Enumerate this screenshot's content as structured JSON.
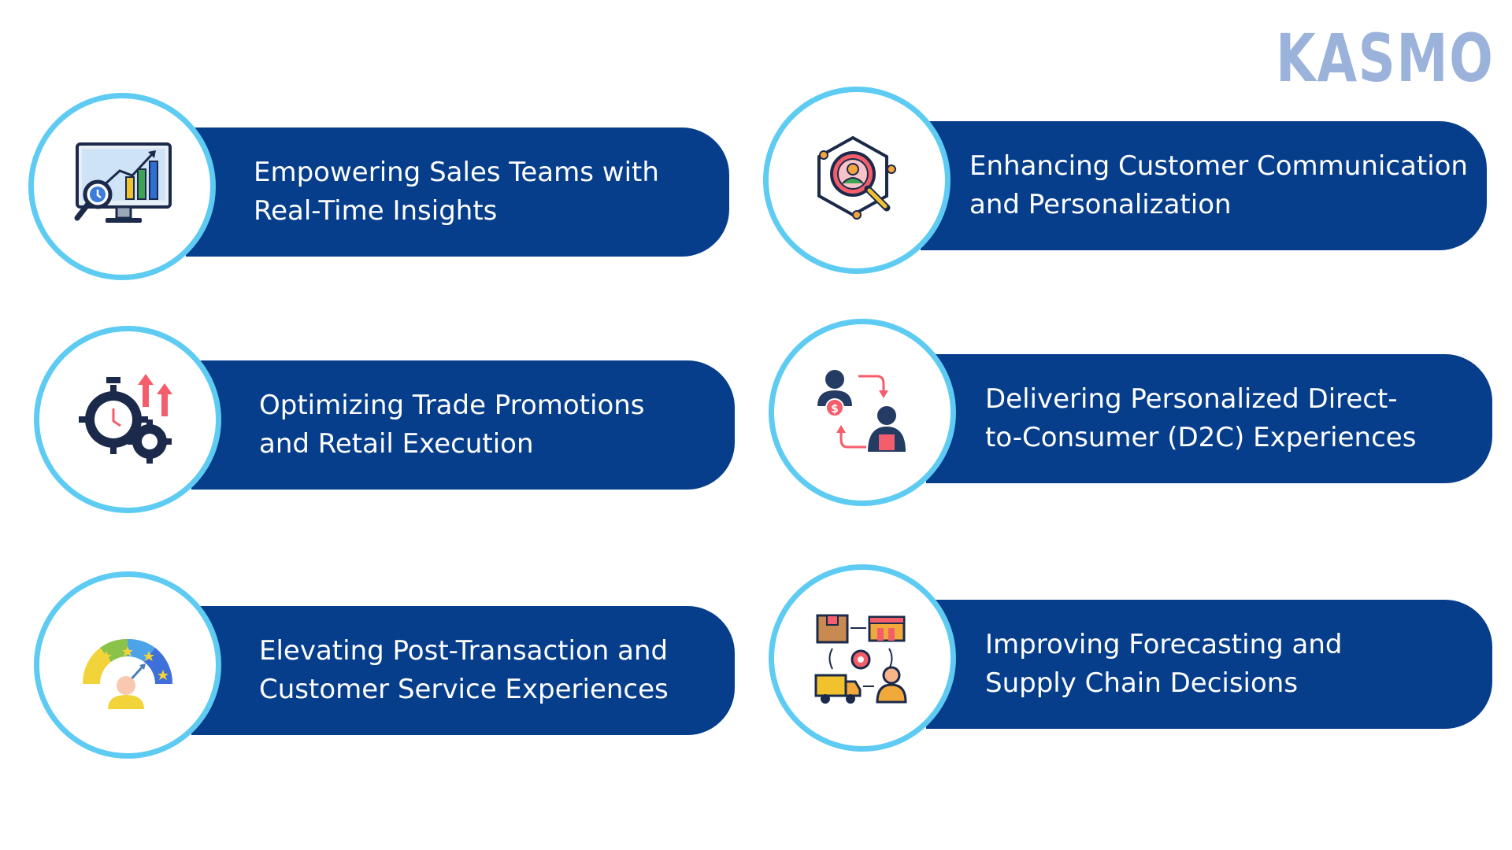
{
  "brand": {
    "logo_text": "KASMO",
    "logo_color": "#9BB3DA"
  },
  "colors": {
    "pill": "#063E8C",
    "ring": "#5ECBF3",
    "text": "#FFFFFF"
  },
  "cards": [
    {
      "title": "Empowering Sales Teams with\nReal-Time Insights",
      "icon": "analytics-monitor-icon"
    },
    {
      "title": "Enhancing Customer Communication\nand Personalization",
      "icon": "customer-search-icon"
    },
    {
      "title": "Optimizing Trade Promotions\nand Retail Execution",
      "icon": "gears-stopwatch-icon"
    },
    {
      "title": "Delivering Personalized Direct-\nto-Consumer (D2C) Experiences",
      "icon": "d2c-exchange-icon"
    },
    {
      "title": "Elevating Post-Transaction and\nCustomer Service Experiences",
      "icon": "satisfaction-gauge-icon"
    },
    {
      "title": "Improving Forecasting and\nSupply Chain Decisions",
      "icon": "supply-chain-icon"
    }
  ]
}
